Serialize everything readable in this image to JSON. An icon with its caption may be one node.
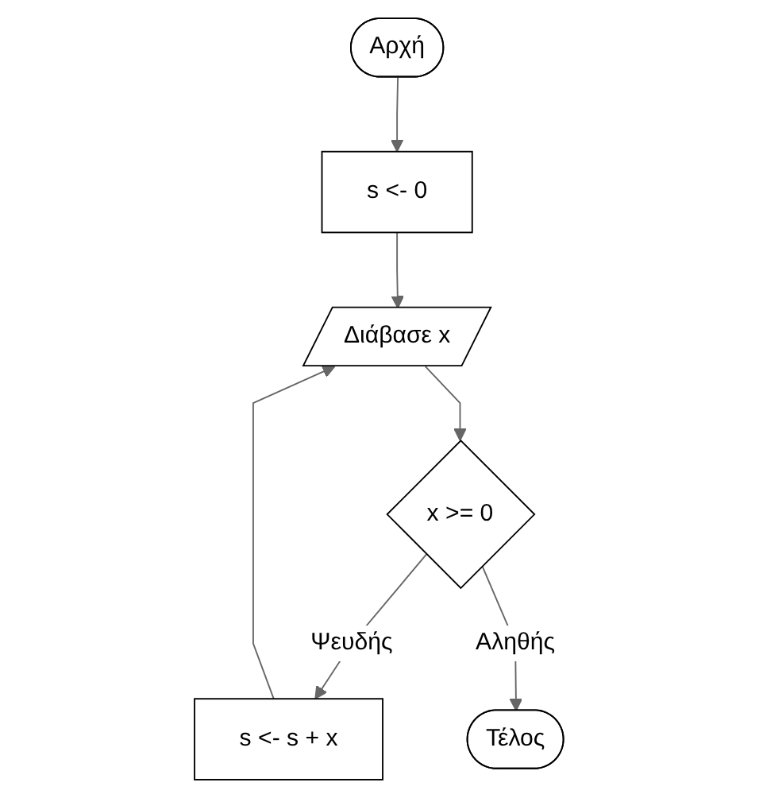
{
  "diagram": {
    "nodes": [
      {
        "text": [
          "Αρχή"
        ]
      },
      {
        "text": [
          "s <- 0"
        ]
      },
      {
        "text": [
          "Διάβασε x"
        ]
      },
      {
        "text": [
          "x >= 0"
        ]
      },
      {
        "text": [
          "s <- s + x"
        ]
      },
      {
        "text": [
          "Τέλος"
        ]
      }
    ],
    "edges": [
      {
        "from": 0,
        "to": 1,
        "arrow": "to"
      },
      {
        "from": 1,
        "to": 2,
        "arrow": "to"
      },
      {
        "from": 2,
        "to": 3,
        "arrow": "to"
      },
      {
        "from": 3,
        "to": 4,
        "arrow": "to",
        "label": "Ψευδής"
      },
      {
        "from": 4,
        "to": 2,
        "arrow": "to"
      },
      {
        "from": 3,
        "to": 5,
        "arrow": "to",
        "label": "Αληθής"
      }
    ]
  }
}
